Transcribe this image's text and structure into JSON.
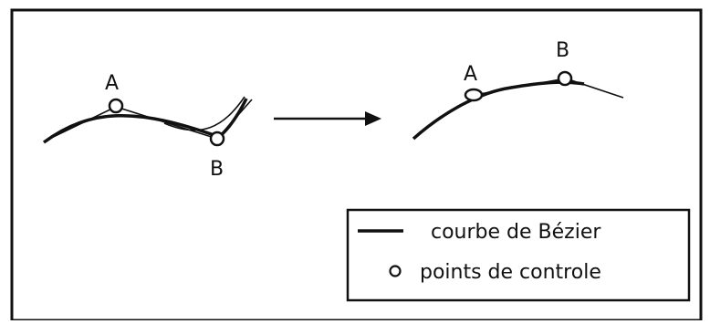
{
  "points": {
    "a_label": "A",
    "b_label": "B"
  },
  "legend": {
    "curve_label": "courbe de Bézier",
    "control_label": "points de controle"
  },
  "colors": {
    "stroke": "#111111",
    "background": "#ffffff"
  }
}
